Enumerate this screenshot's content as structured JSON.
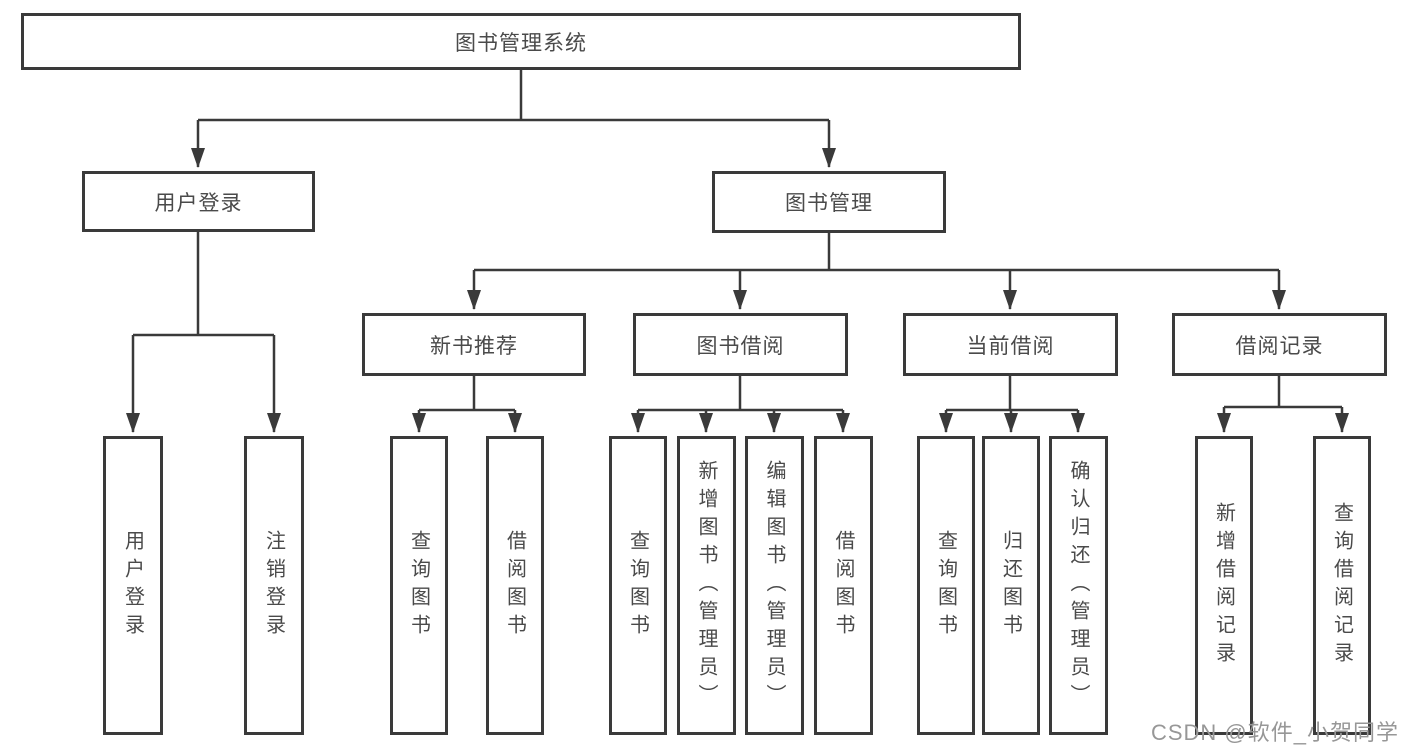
{
  "colors": {
    "background": "#ffffff",
    "line": "#3a3a3a",
    "box_border": "#3a3a3a",
    "text": "#4a4a4a",
    "watermark": "#979797"
  },
  "diagram": {
    "root": {
      "label": "图书管理系统"
    },
    "branches": {
      "user_login": {
        "label": "用户登录",
        "children": {
          "login": {
            "label": "用户登录"
          },
          "logout": {
            "label": "注销登录"
          }
        }
      },
      "book_mgmt": {
        "label": "图书管理",
        "sections": {
          "new_books": {
            "label": "新书推荐",
            "children": {
              "query": {
                "label": "查询图书"
              },
              "borrow": {
                "label": "借阅图书"
              }
            }
          },
          "book_borrow": {
            "label": "图书借阅",
            "children": {
              "query": {
                "label": "查询图书"
              },
              "add": {
                "label": "新增图书（管理员）"
              },
              "edit": {
                "label": "编辑图书（管理员）"
              },
              "borrow": {
                "label": "借阅图书"
              }
            }
          },
          "current_borrow": {
            "label": "当前借阅",
            "children": {
              "query": {
                "label": "查询图书"
              },
              "return": {
                "label": "归还图书"
              },
              "confirm": {
                "label": "确认归还（管理员）"
              }
            }
          },
          "borrow_records": {
            "label": "借阅记录",
            "children": {
              "add": {
                "label": "新增借阅记录"
              },
              "query": {
                "label": "查询借阅记录"
              }
            }
          }
        }
      }
    }
  },
  "watermark": {
    "text": "CSDN @软件_小贺同学"
  }
}
